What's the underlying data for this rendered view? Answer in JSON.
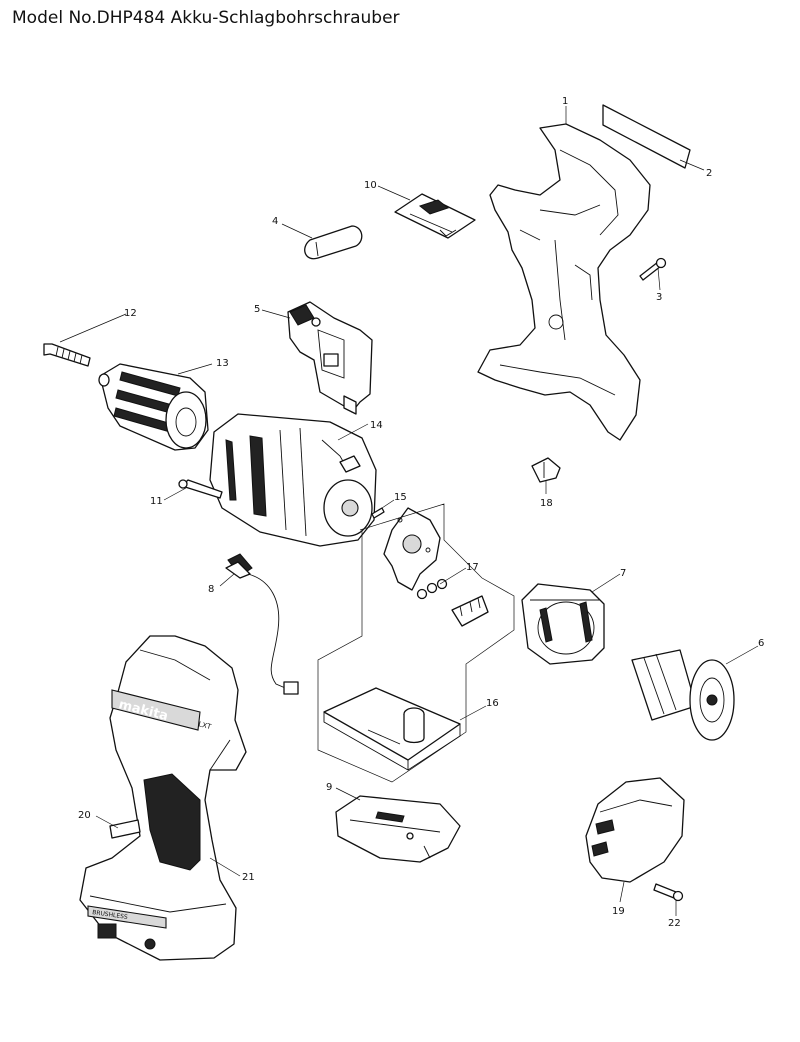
{
  "title": "Model No.DHP484 Akku-Schlagbohrschrauber",
  "callouts": {
    "c1": "1",
    "c2": "2",
    "c3": "3",
    "c4": "4",
    "c5": "5",
    "c6": "6",
    "c7": "7",
    "c8": "8",
    "c9": "9",
    "c10": "10",
    "c11": "11",
    "c12": "12",
    "c13": "13",
    "c14": "14",
    "c15": "15",
    "c16": "16",
    "c17": "17",
    "c18": "18",
    "c19": "19",
    "c20": "20",
    "c21": "21",
    "c22": "22"
  },
  "logos": {
    "brand": "makita",
    "lxt": "LXT",
    "housing_text": "BRUSHLESS"
  }
}
